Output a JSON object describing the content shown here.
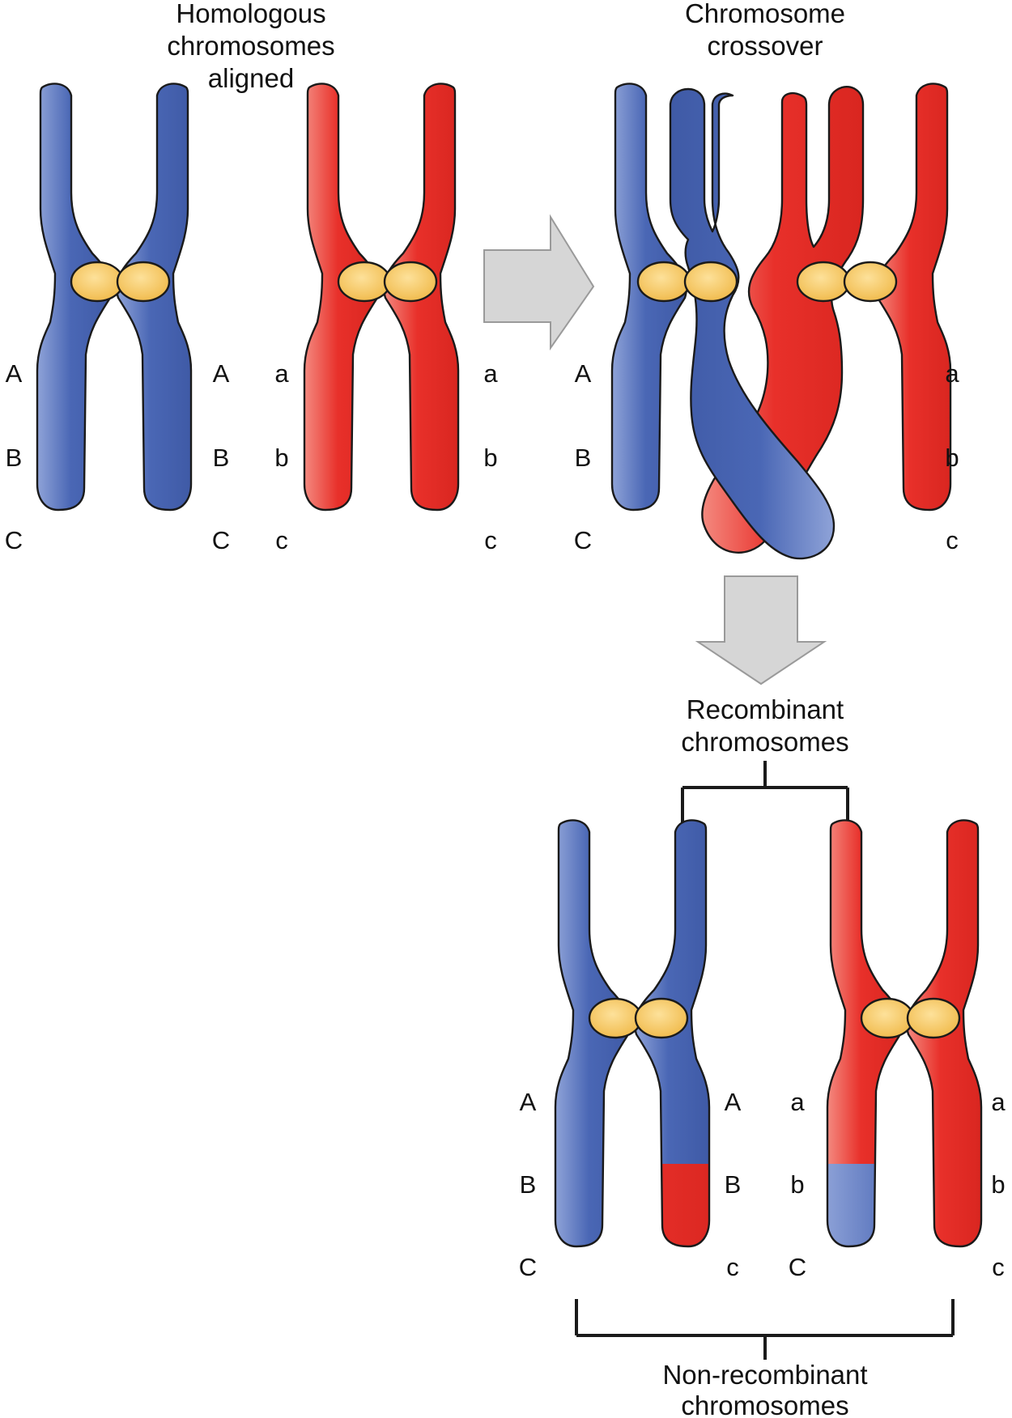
{
  "colors": {
    "blue": "#4a67b5",
    "blue_highlight": "#8fa3d8",
    "red": "#e8302a",
    "red_highlight": "#f4897f",
    "centromere": "#f7c867",
    "arrow_fill": "#d6d6d6",
    "arrow_stroke": "#9a9a9a",
    "bracket": "#1a1a1a"
  },
  "captions": {
    "aligned": [
      "Homologous",
      "chromosomes",
      "aligned"
    ],
    "crossover": [
      "Chromosome",
      "crossover"
    ],
    "recombinant": [
      "Recombinant",
      "chromosomes"
    ],
    "non_recombinant": [
      "Non-recombinant",
      "chromosomes"
    ]
  },
  "panels": {
    "aligned": {
      "blue_left_genes": [
        "A",
        "B",
        "C"
      ],
      "blue_right_genes": [
        "A",
        "B",
        "C"
      ],
      "red_left_genes": [
        "a",
        "b",
        "c"
      ],
      "red_right_genes": [
        "a",
        "b",
        "c"
      ]
    },
    "crossover": {
      "left_genes": [
        "A",
        "B",
        "C"
      ],
      "right_genes": [
        "a",
        "b",
        "c"
      ]
    },
    "result": {
      "blue_left_genes": [
        "A",
        "B",
        "C"
      ],
      "blue_right_genes": [
        "A",
        "B",
        "c"
      ],
      "red_left_genes": [
        "a",
        "b",
        "C"
      ],
      "red_right_genes": [
        "a",
        "b",
        "c"
      ]
    }
  },
  "icons": [
    "right-arrow-icon",
    "down-arrow-icon"
  ]
}
